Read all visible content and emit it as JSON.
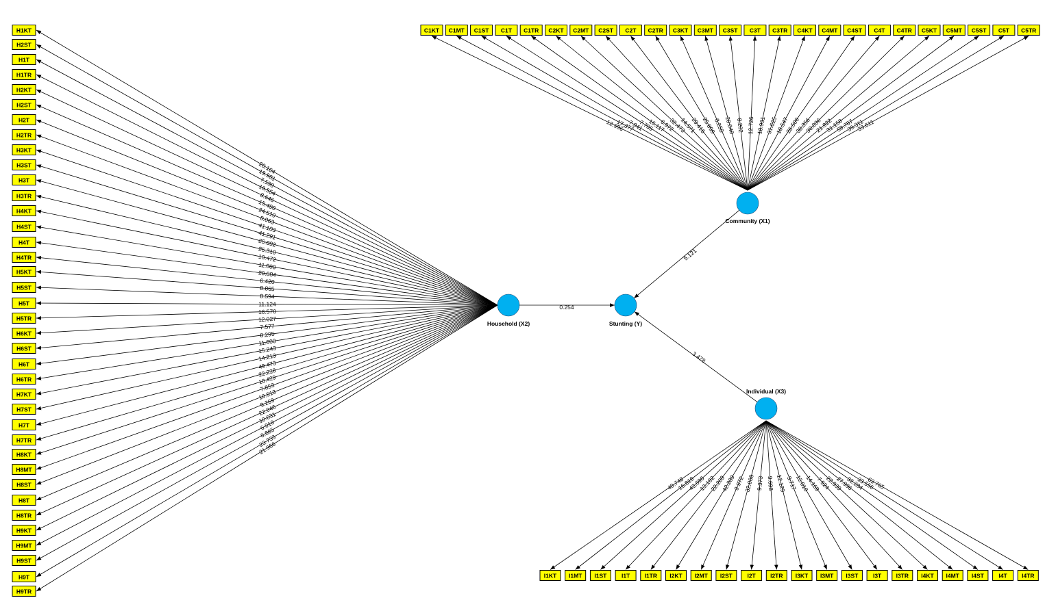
{
  "latent_variables": {
    "household": {
      "label": "Household (X2)"
    },
    "community": {
      "label": "Community (X1)"
    },
    "stunting": {
      "label": "Stunting (Y)"
    },
    "individual": {
      "label": "Individual (X3)"
    }
  },
  "structural_paths": [
    {
      "from": "household",
      "to": "stunting",
      "value": "0.254"
    },
    {
      "from": "community",
      "to": "stunting",
      "value": "5.121"
    },
    {
      "from": "individual",
      "to": "stunting",
      "value": "3.478"
    }
  ],
  "household_indicators": [
    {
      "label": "H1KT",
      "value": "20.164"
    },
    {
      "label": "H2ST",
      "value": "19.981"
    },
    {
      "label": "H1T",
      "value": "7.598"
    },
    {
      "label": "H1TR",
      "value": "10.554"
    },
    {
      "label": "H2KT",
      "value": "8.646"
    },
    {
      "label": "H2ST",
      "value": "15.490"
    },
    {
      "label": "H2T",
      "value": "24.510"
    },
    {
      "label": "H2TR",
      "value": "8.063"
    },
    {
      "label": "H3KT",
      "value": "41.103"
    },
    {
      "label": "H3ST",
      "value": "41.291"
    },
    {
      "label": "H3T",
      "value": "25.092"
    },
    {
      "label": "H3TR",
      "value": "25.310"
    },
    {
      "label": "H4KT",
      "value": "10.472"
    },
    {
      "label": "H4ST",
      "value": "11.000"
    },
    {
      "label": "H4T",
      "value": "20.084"
    },
    {
      "label": "H4TR",
      "value": "6.420"
    },
    {
      "label": "H5KT",
      "value": "8.865"
    },
    {
      "label": "H5ST",
      "value": "8.594"
    },
    {
      "label": "H5T",
      "value": "11.124"
    },
    {
      "label": "H5TR",
      "value": "16.570"
    },
    {
      "label": "H6KT",
      "value": "12.027"
    },
    {
      "label": "H6ST",
      "value": "7.577"
    },
    {
      "label": "H6T",
      "value": "8.295"
    },
    {
      "label": "H6TR",
      "value": "11.600"
    },
    {
      "label": "H7KT",
      "value": "15.243"
    },
    {
      "label": "H7ST",
      "value": "14.213"
    },
    {
      "label": "H7T",
      "value": "49.473"
    },
    {
      "label": "H7TR",
      "value": "22.228"
    },
    {
      "label": "H8KT",
      "value": "10.429"
    },
    {
      "label": "H8MT",
      "value": "7.853"
    },
    {
      "label": "H8ST",
      "value": "10.513"
    },
    {
      "label": "H8T",
      "value": "9.269"
    },
    {
      "label": "H8TR",
      "value": "22.046"
    },
    {
      "label": "H9KT",
      "value": "10.631"
    },
    {
      "label": "H9MT",
      "value": "6.010"
    },
    {
      "label": "H9ST",
      "value": "6.865"
    },
    {
      "label": "H9T",
      "value": "23.733"
    },
    {
      "label": "H9TR",
      "value": "21.966"
    }
  ],
  "community_indicators": [
    {
      "label": "C1KT",
      "value": "12.996"
    },
    {
      "label": "C1MT",
      "value": "17.377"
    },
    {
      "label": "C1ST",
      "value": "7.941"
    },
    {
      "label": "C1T",
      "value": "7.785"
    },
    {
      "label": "C1TR",
      "value": "16.117"
    },
    {
      "label": "C2KT",
      "value": "6.972"
    },
    {
      "label": "C2MT",
      "value": "32.473"
    },
    {
      "label": "C2ST",
      "value": "14.571"
    },
    {
      "label": "C2T",
      "value": "29.416"
    },
    {
      "label": "C2TR",
      "value": "25.899"
    },
    {
      "label": "C3KT",
      "value": "8.258"
    },
    {
      "label": "C3MT",
      "value": "28.040"
    },
    {
      "label": "C3ST",
      "value": "8.202"
    },
    {
      "label": "C3T",
      "value": "12.726"
    },
    {
      "label": "C3TR",
      "value": "18.931"
    },
    {
      "label": "C4KT",
      "value": "31.625"
    },
    {
      "label": "C4MT",
      "value": "16.547"
    },
    {
      "label": "C4ST",
      "value": "26.500"
    },
    {
      "label": "C4T",
      "value": "38.356"
    },
    {
      "label": "C4TR",
      "value": "30.036"
    },
    {
      "label": "C5KT",
      "value": "21.922"
    },
    {
      "label": "C5MT",
      "value": "31.158"
    },
    {
      "label": "C5ST",
      "value": "59.787"
    },
    {
      "label": "C5T",
      "value": "39.311"
    },
    {
      "label": "C5TR",
      "value": "33.611"
    }
  ],
  "individual_indicators": [
    {
      "label": "I1KT",
      "value": "40.748"
    },
    {
      "label": "I1MT",
      "value": "16.819"
    },
    {
      "label": "I1ST",
      "value": "43.698"
    },
    {
      "label": "I1T",
      "value": "13.102"
    },
    {
      "label": "I1TR",
      "value": "22.209"
    },
    {
      "label": "I2KT",
      "value": "42.289"
    },
    {
      "label": "I2MT",
      "value": "9.972"
    },
    {
      "label": "I2ST",
      "value": "32.068"
    },
    {
      "label": "I2T",
      "value": "9.373"
    },
    {
      "label": "I2TR",
      "value": "9.698"
    },
    {
      "label": "I3KT",
      "value": "12.129"
    },
    {
      "label": "I3MT",
      "value": "9.717"
    },
    {
      "label": "I3ST",
      "value": "12.010"
    },
    {
      "label": "I3T",
      "value": "14.169"
    },
    {
      "label": "I3TR",
      "value": "7.924"
    },
    {
      "label": "I4KT",
      "value": "22.939"
    },
    {
      "label": "I4MT",
      "value": "27.996"
    },
    {
      "label": "I4ST",
      "value": "32.284"
    },
    {
      "label": "I4T",
      "value": "33.556"
    },
    {
      "label": "I4TR",
      "value": "63.765"
    }
  ],
  "colors": {
    "indicator_fill": "#ffff00",
    "latent_fill": "#00b0f0",
    "line": "#000000"
  }
}
